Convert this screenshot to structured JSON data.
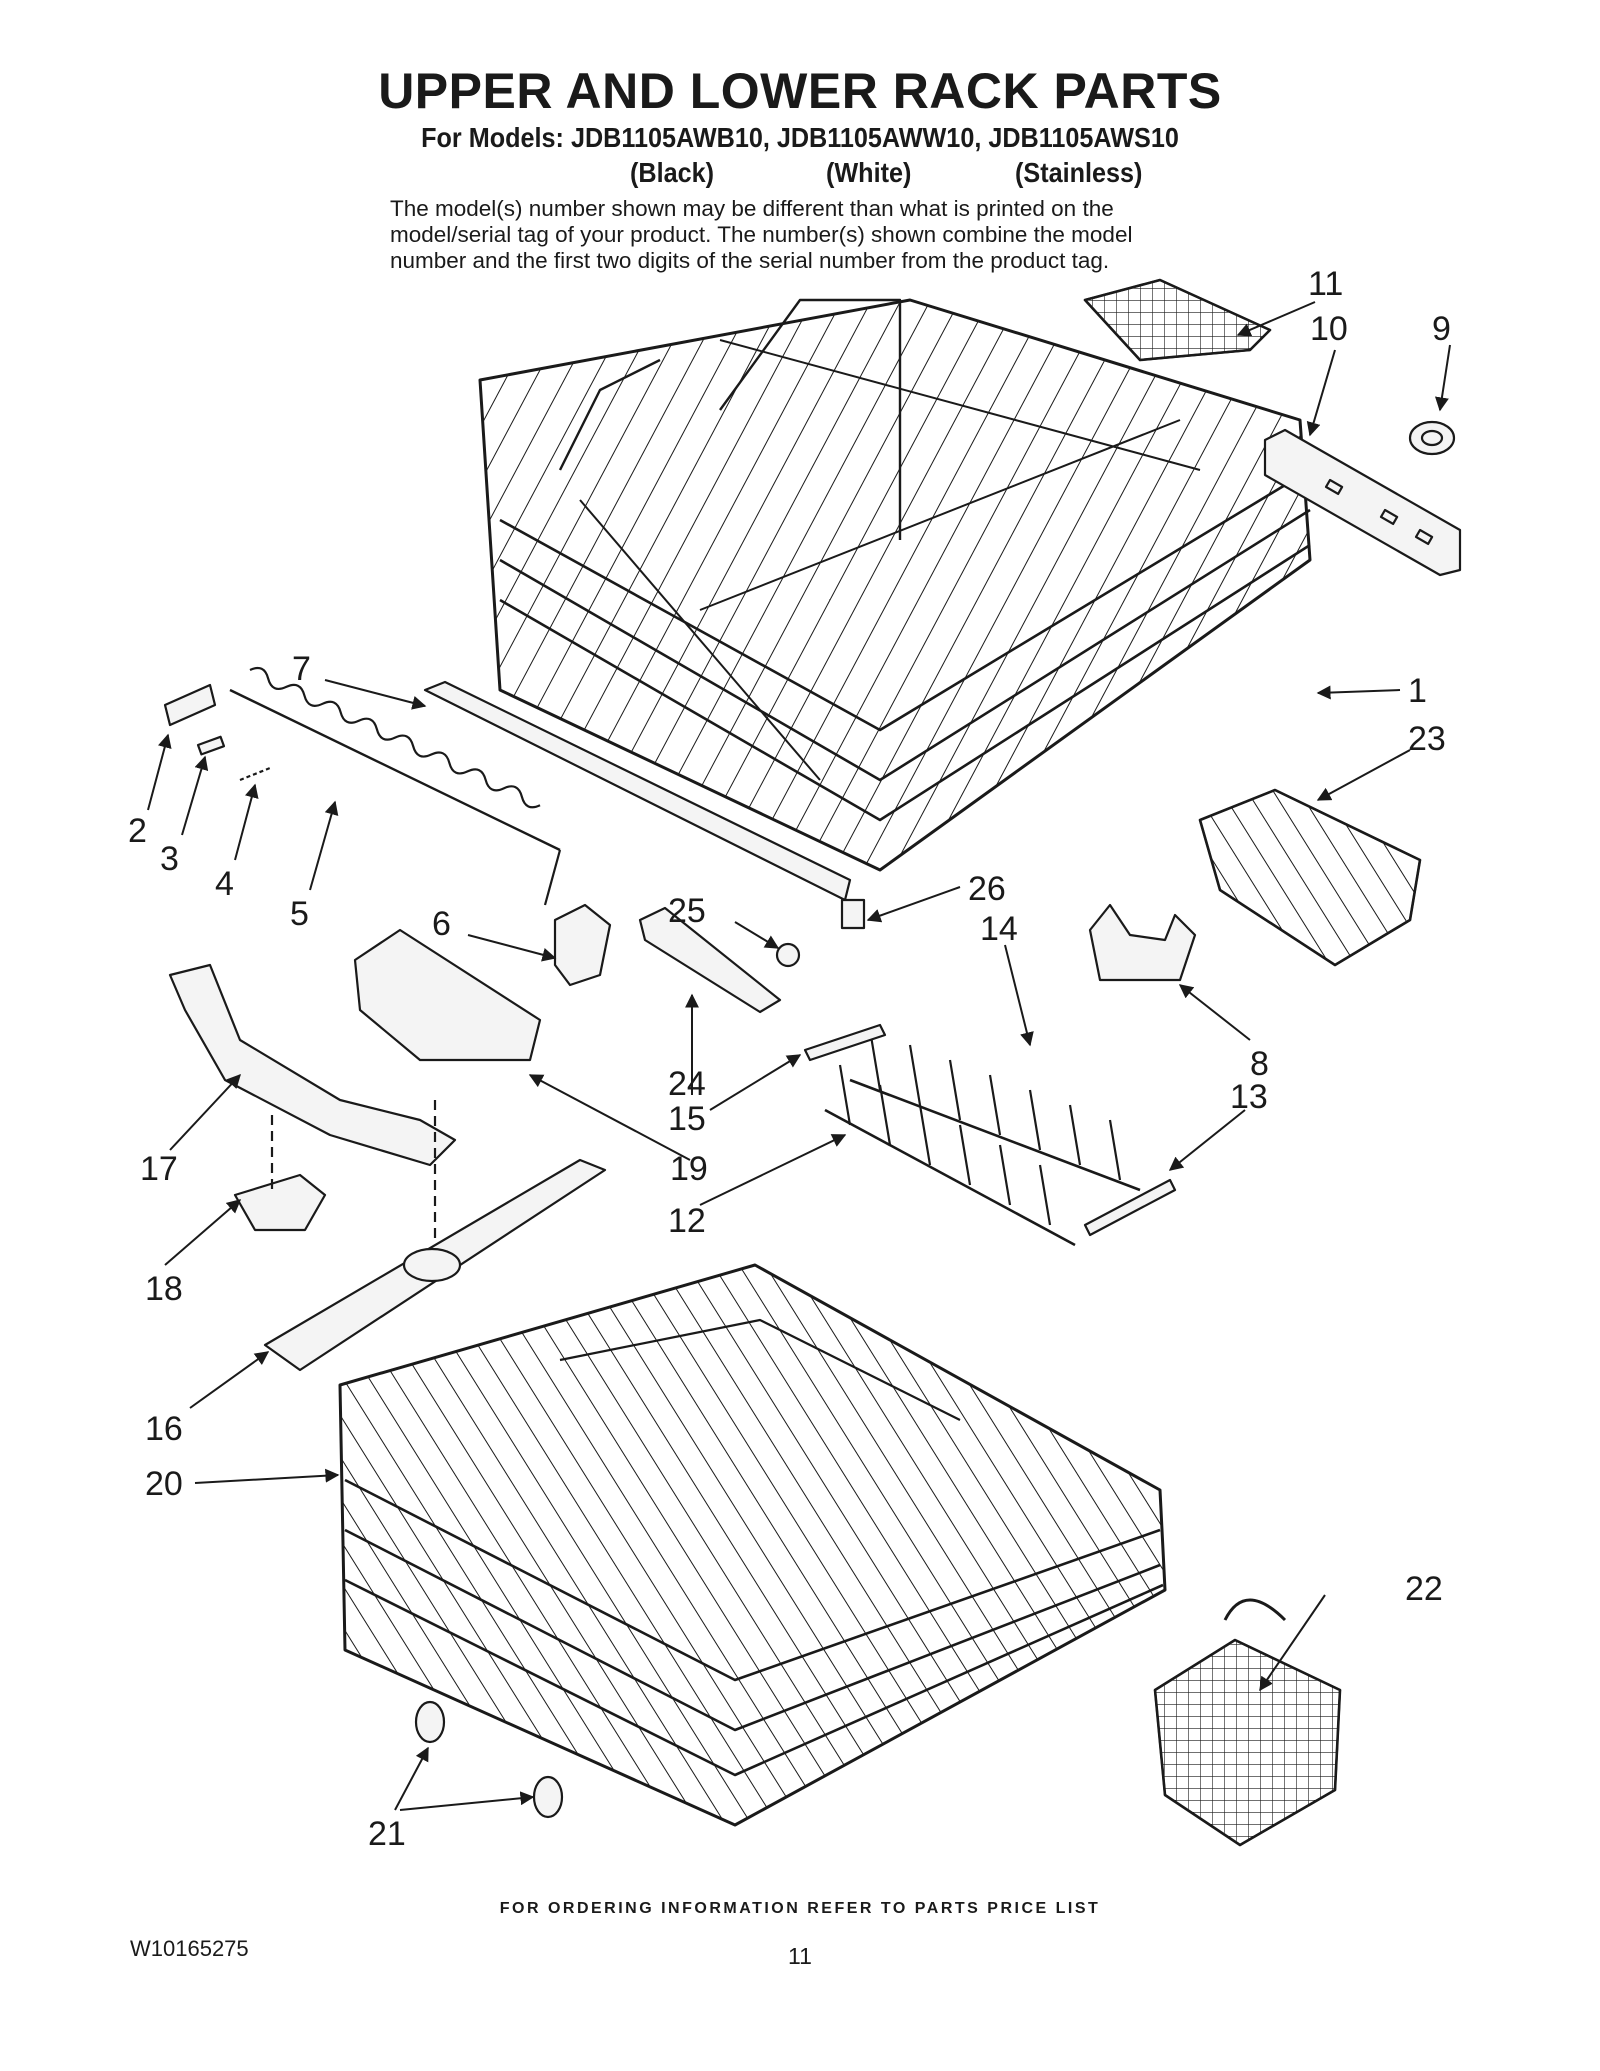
{
  "header": {
    "title": "UPPER AND LOWER RACK PARTS",
    "models_line": "For Models: JDB1105AWB10, JDB1105AWW10, JDB1105AWS10",
    "variants": [
      "(Black)",
      "(White)",
      "(Stainless)"
    ],
    "note_lines": [
      "The model(s) number shown may be different than what is printed on the",
      "model/serial tag of your product. The number(s) shown combine the model",
      "number and the first two digits of the serial number from the product tag."
    ]
  },
  "callouts": [
    "1",
    "2",
    "3",
    "4",
    "5",
    "6",
    "7",
    "8",
    "9",
    "10",
    "11",
    "12",
    "13",
    "14",
    "15",
    "16",
    "17",
    "18",
    "19",
    "20",
    "21",
    "22",
    "23",
    "24",
    "25",
    "26"
  ],
  "footer": {
    "ordering": "FOR ORDERING INFORMATION REFER TO PARTS PRICE LIST",
    "doc_number": "W10165275",
    "page_number": "11"
  },
  "colors": {
    "ink": "#1a1a1a",
    "fill": "#f4f4f4"
  }
}
